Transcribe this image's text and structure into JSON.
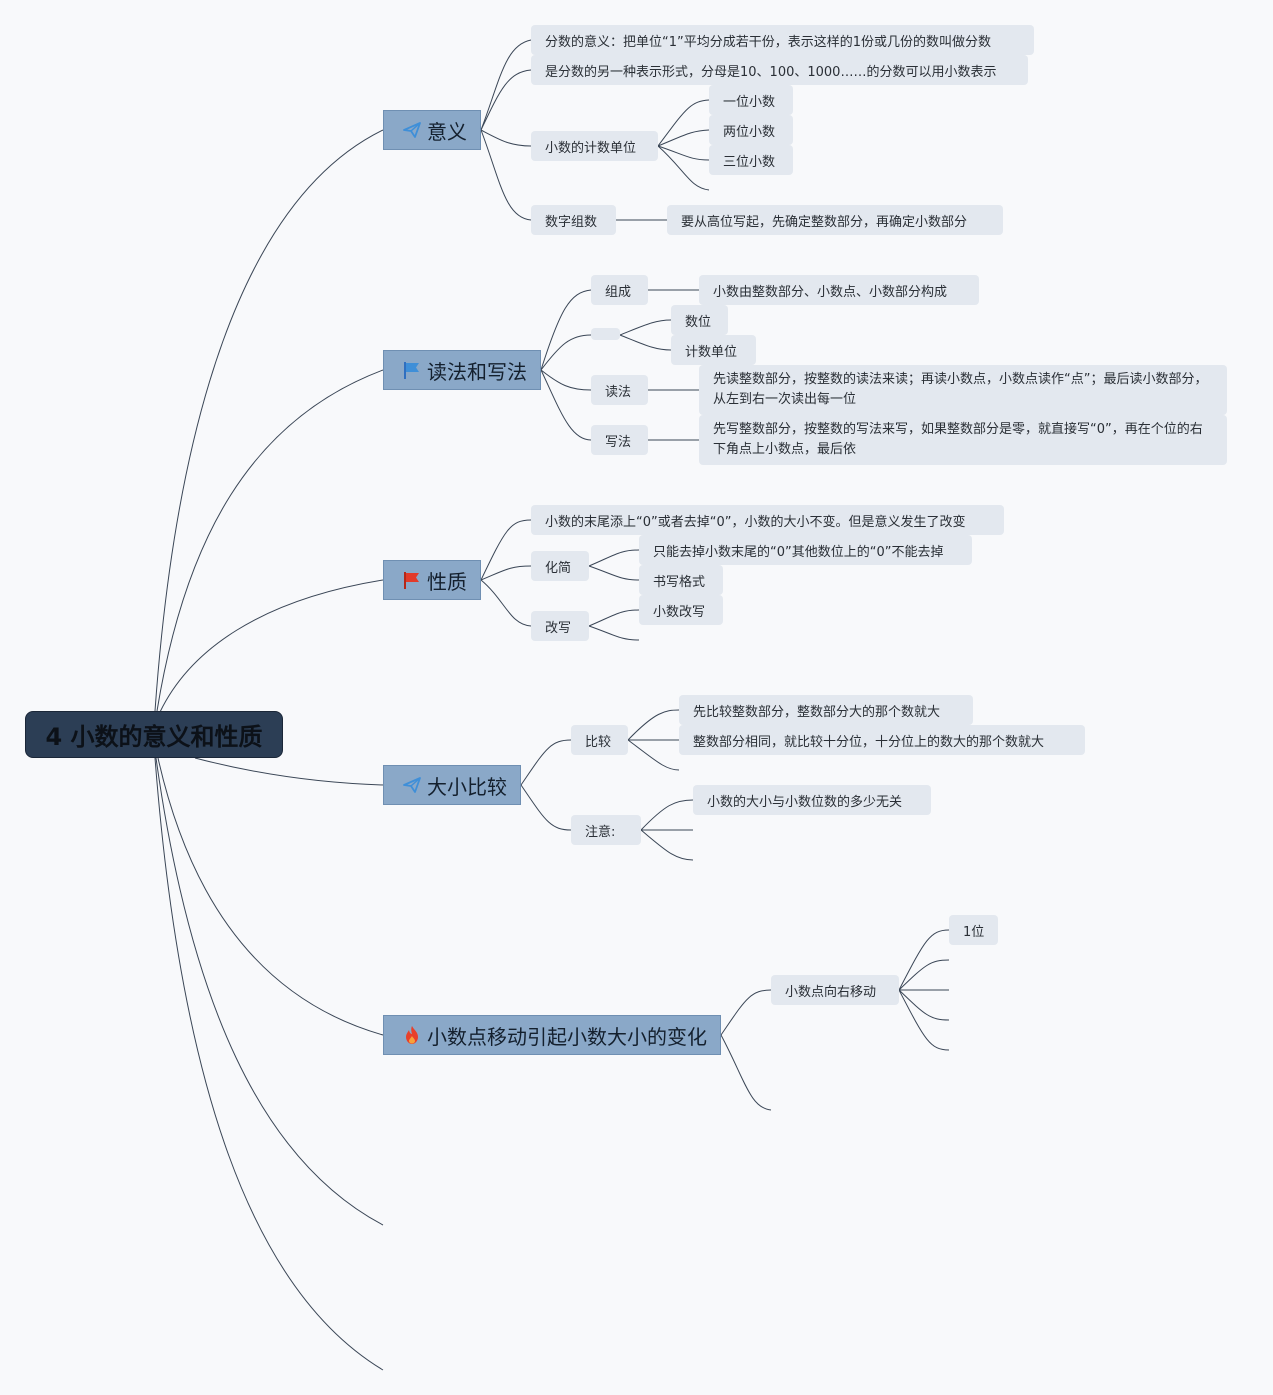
{
  "root": {
    "label": "4 小数的意义和性质"
  },
  "branches": {
    "b1": {
      "label": "意义",
      "icon": "paper-plane-icon",
      "items": {
        "def": "分数的意义：把单位“1”平均分成若干份，表示这样的1份或几份的数叫做分数",
        "alt": "是分数的另一种表示形式，分母是10、100、1000……的分数可以用小数表示",
        "unit": "小数的计数单位",
        "unit_children": [
          "一位小数",
          "两位小数",
          "三位小数"
        ],
        "compose": "数字组数",
        "compose_child": "要从高位写起，先确定整数部分，再确定小数部分"
      }
    },
    "b2": {
      "label": "读法和写法",
      "icon": "blue-flag-icon",
      "items": {
        "zucheng": "组成",
        "zucheng_child": "小数由整数部分、小数点、小数部分构成",
        "blank_children": [
          "数位",
          "计数单位"
        ],
        "dufa": "读法",
        "dufa_child": "先读整数部分，按整数的读法来读；再读小数点，小数点读作“点”；最后读小数部分，从左到右一次读出每一位",
        "xiefa": "写法",
        "xiefa_child": "先写整数部分，按整数的写法来写，如果整数部分是零，就直接写“0”，再在个位的右下角点上小数点，最后依"
      }
    },
    "b3": {
      "label": "性质",
      "icon": "red-flag-icon",
      "items": {
        "tail": "小数的末尾添上“0”或者去掉“0”，小数的大小不变。但是意义发生了改变",
        "huajian": "化简",
        "huajian_child1": "只能去掉小数末尾的“0”其他数位上的“0”不能去掉",
        "huajian_child2": "书写格式",
        "gaixie": "改写",
        "gaixie_child": "小数改写"
      }
    },
    "b4": {
      "label": "大小比较",
      "icon": "paper-plane-icon",
      "items": {
        "bijiao": "比较",
        "bijiao_child1": "先比较整数部分，整数部分大的那个数就大",
        "bijiao_child2": "整数部分相同，就比较十分位，十分位上的数大的那个数就大",
        "zhuyi": "注意:",
        "zhuyi_child": "小数的大小与小数位数的多少无关"
      }
    },
    "b5": {
      "label": "小数点移动引起小数大小的变化",
      "icon": "fire-icon",
      "items": {
        "right": "小数点向右移动",
        "right_child": "1位"
      }
    }
  },
  "colors": {
    "background": "#f8f9fb",
    "root": "#2c3e55",
    "main": "#8aa8c8",
    "sub": "#e3e8ef",
    "line": "#3a4656",
    "blue_icon": "#3f8fd8",
    "red_icon": "#e23a2a"
  }
}
